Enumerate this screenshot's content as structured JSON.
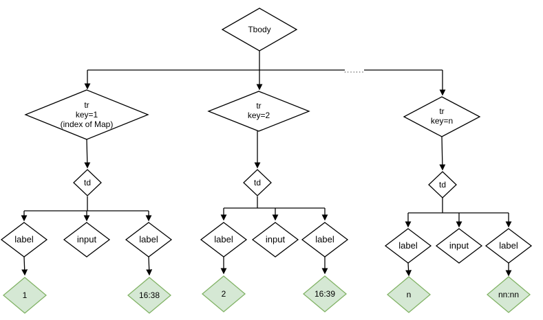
{
  "diagram": {
    "root": {
      "label": "Tbody"
    },
    "ellipsis_label": ".......",
    "branches": [
      {
        "tr_lines": [
          "tr",
          "key=1",
          "(index of Map)"
        ],
        "td_label": "td",
        "cells": [
          "label",
          "input",
          "label"
        ],
        "leaf_left": "1",
        "leaf_right": "16:38"
      },
      {
        "tr_lines": [
          "tr",
          "key=2"
        ],
        "td_label": "td",
        "cells": [
          "label",
          "input",
          "label"
        ],
        "leaf_left": "2",
        "leaf_right": "16:39"
      },
      {
        "tr_lines": [
          "tr",
          "key=n"
        ],
        "td_label": "td",
        "cells": [
          "label",
          "input",
          "label"
        ],
        "leaf_left": "n",
        "leaf_right": "nn:nn"
      }
    ],
    "colors": {
      "line": "#000000",
      "node_fill": "#ffffff",
      "node_stroke": "#000000",
      "leaf_fill": "#d5e8d4",
      "leaf_stroke": "#82b366"
    }
  }
}
